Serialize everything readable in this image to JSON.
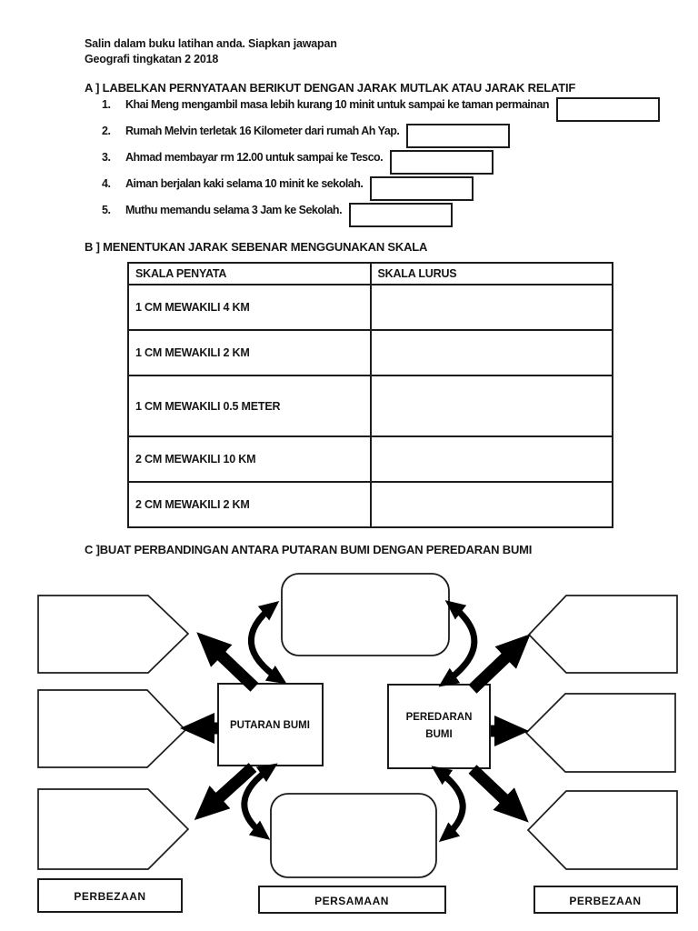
{
  "header": {
    "line1": "Salin dalam buku latihan anda. Siapkan jawapan",
    "line2": "Geografi tingkatan 2 2018"
  },
  "section_a": {
    "heading": "A ] LABELKAN PERNYATAAN BERIKUT DENGAN JARAK MUTLAK ATAU JARAK RELATIF",
    "items": [
      {
        "number": "1.",
        "text": "Khai Meng mengambil masa lebih kurang 10 minit untuk sampai ke taman permainan"
      },
      {
        "number": "2.",
        "text": "Rumah Melvin terletak 16 Kilometer dari rumah Ah Yap."
      },
      {
        "number": "3.",
        "text": "Ahmad membayar rm 12.00 untuk sampai ke Tesco."
      },
      {
        "number": "4.",
        "text": "Aiman berjalan kaki selama 10 minit ke sekolah."
      },
      {
        "number": "5.",
        "text": "Muthu memandu selama 3 Jam ke Sekolah."
      }
    ]
  },
  "section_b": {
    "heading": "B ] MENENTUKAN JARAK SEBENAR MENGGUNAKAN SKALA",
    "table": {
      "col1_header": "SKALA PENYATA",
      "col2_header": "SKALA LURUS",
      "rows": [
        "1 CM MEWAKILI 4 KM",
        "1 CM MEWAKILI 2 KM",
        "1 CM MEWAKILI 0.5 METER",
        "2 CM MEWAKILI 10 KM",
        "2 CM MEWAKILI 2 KM"
      ]
    }
  },
  "section_c": {
    "heading": "C ]BUAT PERBANDINGAN ANTARA PUTARAN BUMI DENGAN PEREDARAN BUMI",
    "diagram": {
      "rotation_box": "PUTARAN BUMI",
      "revolution_box_line1": "PEREDARAN",
      "revolution_box_line2": "BUMI",
      "bottom_left_label": "PERBEZAAN",
      "bottom_center_label": "PERSAMAAN",
      "bottom_right_label": "PERBEZAAN"
    }
  },
  "colors": {
    "ink": "#161616",
    "paper": "#ffffff"
  }
}
